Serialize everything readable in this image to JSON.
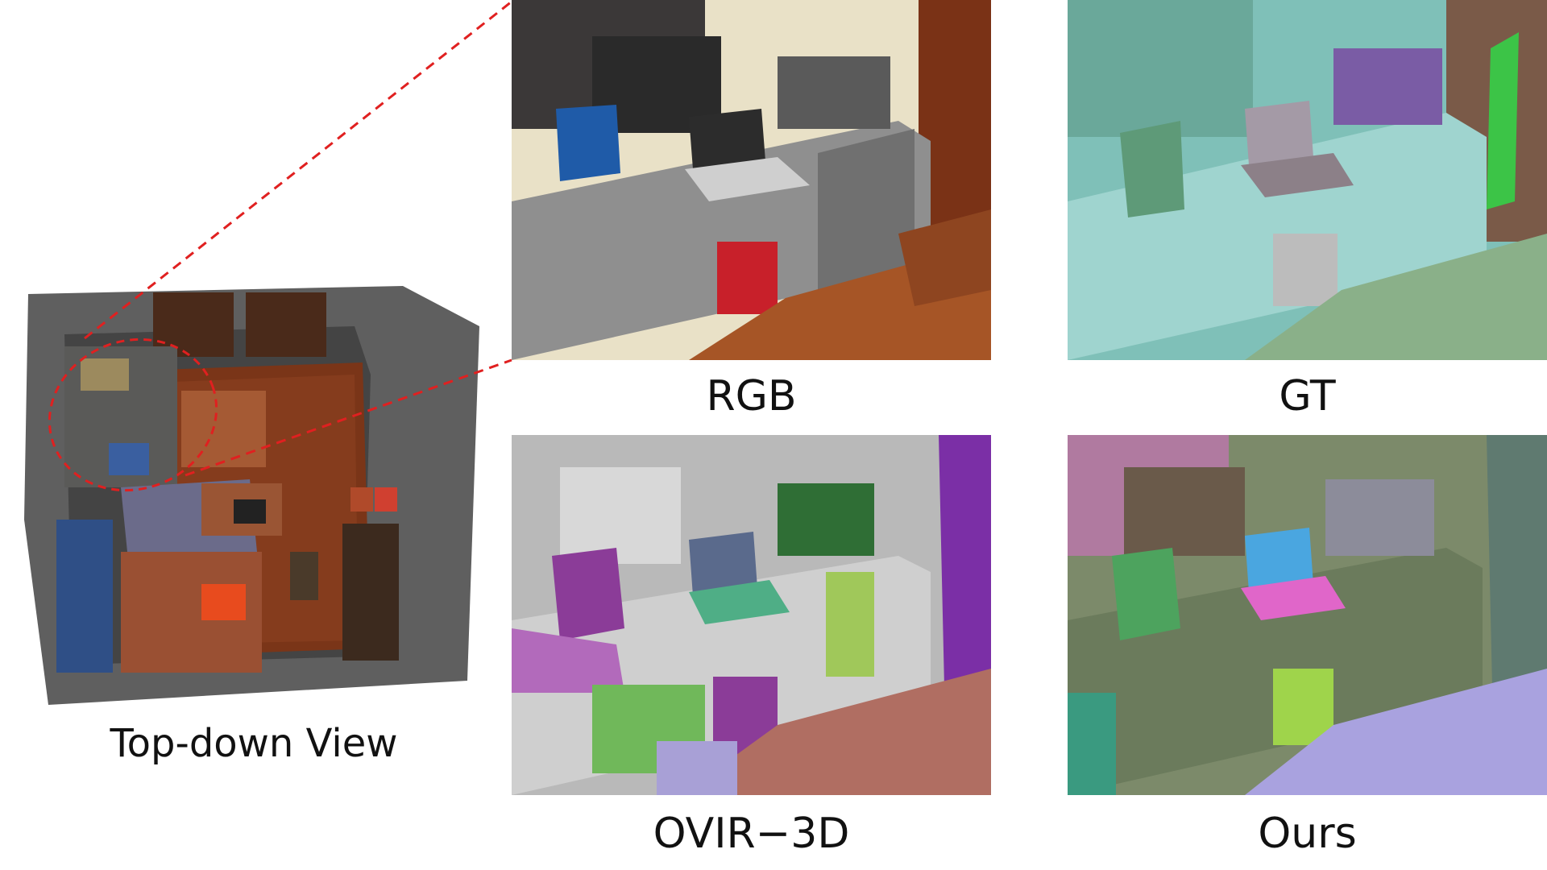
{
  "captions": {
    "topdown": "Top-down View",
    "rgb": "RGB",
    "gt": "GT",
    "ovir": "OVIR−3D",
    "ours": "Ours"
  },
  "colors": {
    "zoom_outline": "#e02020",
    "wood_floor": "#7a3518",
    "wall_gray": "#6c6c6c",
    "rgb_wall": "#e9e1c7",
    "gt_tint": "#8fc9c2",
    "ovir_gray": "#b9b9b9",
    "ours_green": "#6b7b5c"
  }
}
